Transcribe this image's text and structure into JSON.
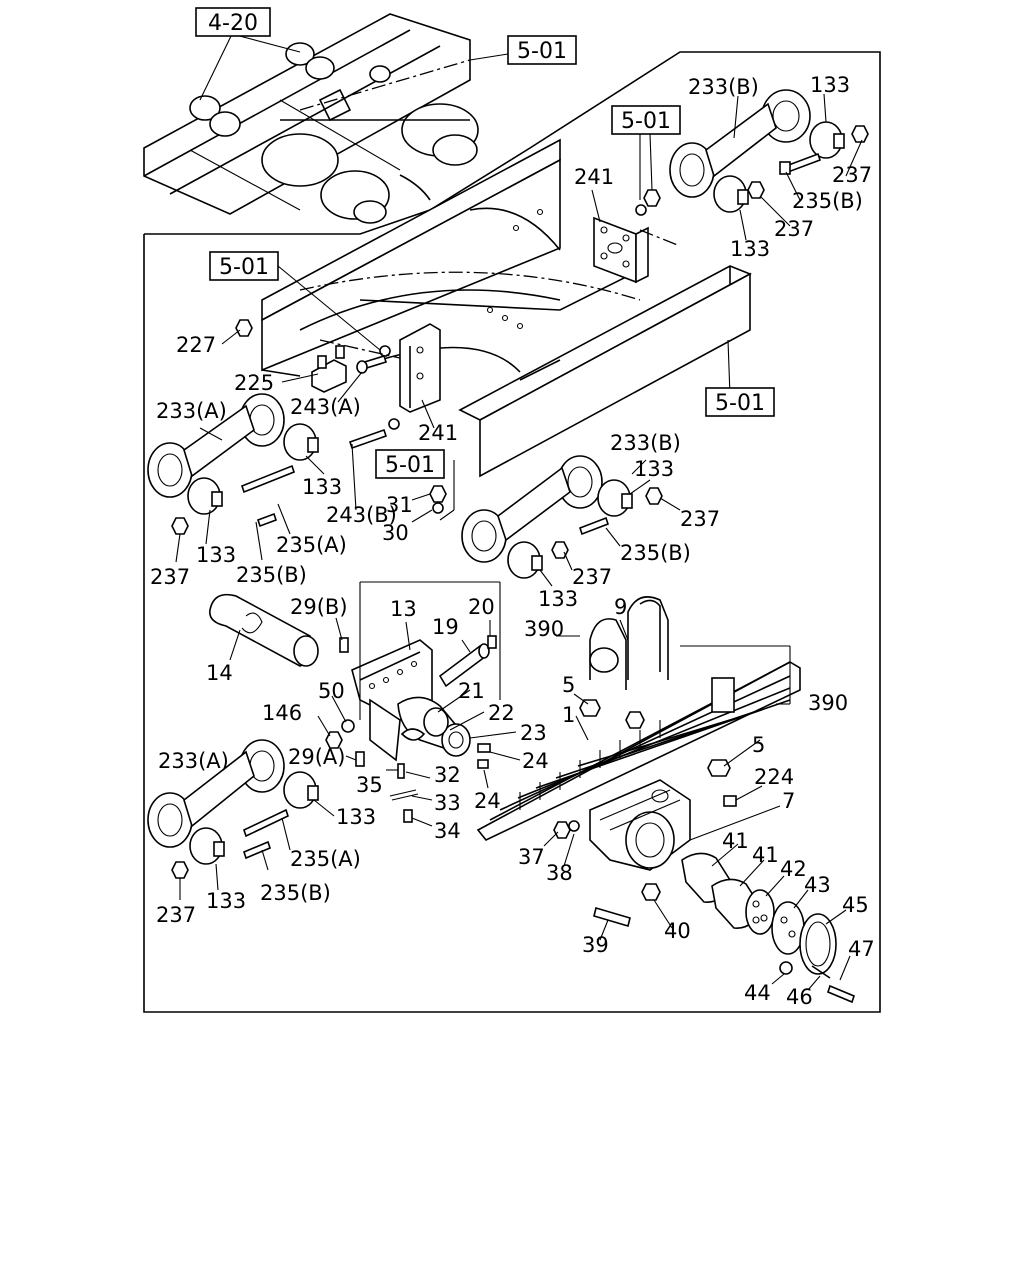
{
  "refs": {
    "r4_20": "4-20",
    "r5_01_top": "5-01",
    "r5_01_upper": "5-01",
    "r5_01_left": "5-01",
    "r5_01_right": "5-01",
    "r5_01_mid": "5-01"
  },
  "labels": {
    "l233b_top": "233(B)",
    "l133_top": "133",
    "l237_top": "237",
    "l235b_top": "235(B)",
    "l237_top2": "237",
    "l133_top2": "133",
    "l241_top": "241",
    "l227": "227",
    "l225": "225",
    "l243a": "243(A)",
    "l241_mid": "241",
    "l233a_1": "233(A)",
    "l133_a1": "133",
    "l243b": "243(B)",
    "l31": "31",
    "l30": "30",
    "l233b_mid": "233(B)",
    "l133_mid": "133",
    "l237_mid": "237",
    "l235b_mid": "235(B)",
    "l237_mid2": "237",
    "l133_mid2": "133",
    "l133_left": "133",
    "l235a_left": "235(A)",
    "l237_left": "237",
    "l235b_left": "235(B)",
    "l29b": "29(B)",
    "l13": "13",
    "l19": "19",
    "l20": "20",
    "l390_a": "390",
    "l9": "9",
    "l14": "14",
    "l21": "21",
    "l22": "22",
    "l23": "23",
    "l24a": "24",
    "l24b": "24",
    "l5a": "5",
    "l1": "1",
    "l390_b": "390",
    "l5b": "5",
    "l50": "50",
    "l146": "146",
    "l29a": "29(A)",
    "l35": "35",
    "l32": "32",
    "l33": "33",
    "l34": "34",
    "l233a_2": "233(A)",
    "l133_low": "133",
    "l235a_low": "235(A)",
    "l235b_low": "235(B)",
    "l237_low": "237",
    "l133_low2": "133",
    "l224": "224",
    "l7": "7",
    "l37": "37",
    "l38": "38",
    "l41a": "41",
    "l41b": "41",
    "l42": "42",
    "l43": "43",
    "l45": "45",
    "l47": "47",
    "l39": "39",
    "l40": "40",
    "l44": "44",
    "l46": "46"
  }
}
